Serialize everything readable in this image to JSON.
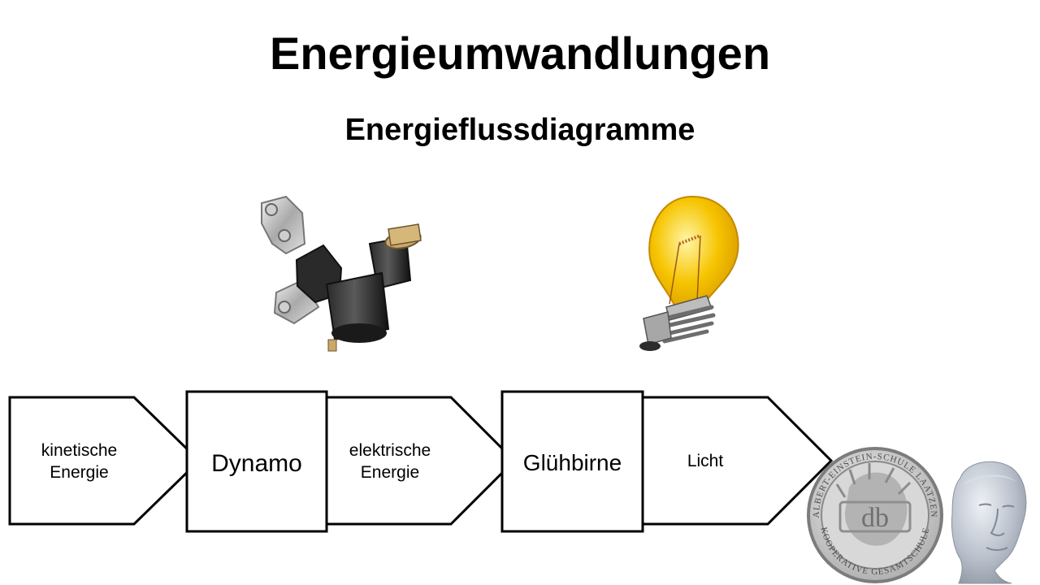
{
  "slide": {
    "title": "Energieumwandlungen",
    "subtitle": "Energieflussdiagramme"
  },
  "flow": {
    "input": {
      "line1": "kinetische",
      "line2": "Energie"
    },
    "converter1": "Dynamo",
    "middle": {
      "line1": "elektrische",
      "line2": "Energie"
    },
    "converter2": "Glühbirne",
    "output": "Licht"
  },
  "icons": {
    "dynamo": "dynamo-icon",
    "lightbulb": "lightbulb-icon",
    "school_seal": "school-seal-icon",
    "bust": "bust-icon"
  },
  "seal": {
    "ring_top": "ALBERT-EINSTEIN-SCHULE LAATZEN",
    "ring_bottom": "KOOPERATIVE GESAMTSCHULE",
    "monogram": "db"
  },
  "colors": {
    "bulb": "#f6c400",
    "bulb_dark": "#d99a00",
    "seal_silver": "#bdbdbd"
  }
}
